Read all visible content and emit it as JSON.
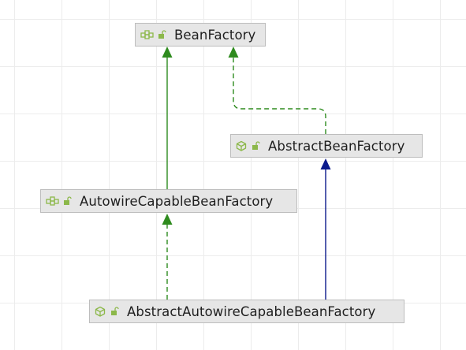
{
  "diagram": {
    "nodes": [
      {
        "id": "bf",
        "label": "BeanFactory",
        "kind": "interface"
      },
      {
        "id": "abf",
        "label": "AbstractBeanFactory",
        "kind": "abstract-class"
      },
      {
        "id": "acbf",
        "label": "AutowireCapableBeanFactory",
        "kind": "interface"
      },
      {
        "id": "aacbf",
        "label": "AbstractAutowireCapableBeanFactory",
        "kind": "abstract-class"
      }
    ],
    "edges": [
      {
        "from": "acbf",
        "to": "bf",
        "relation": "extends",
        "style": "solid",
        "color": "#2e8b1e"
      },
      {
        "from": "abf",
        "to": "bf",
        "relation": "implements",
        "style": "dashed",
        "color": "#2e8b1e"
      },
      {
        "from": "aacbf",
        "to": "acbf",
        "relation": "implements",
        "style": "dashed",
        "color": "#2e8b1e"
      },
      {
        "from": "aacbf",
        "to": "abf",
        "relation": "extends",
        "style": "solid",
        "color": "#0b1a8c"
      }
    ]
  },
  "icons": {
    "interface": "interface-icon",
    "abstract-class": "abstract-class-icon",
    "visibility": "unlock-icon"
  },
  "colors": {
    "icon_green": "#8cb84a",
    "edge_green": "#2e8b1e",
    "edge_blue": "#0b1a8c",
    "node_fill": "#e6e6e6",
    "node_border": "#bdbdbd"
  }
}
